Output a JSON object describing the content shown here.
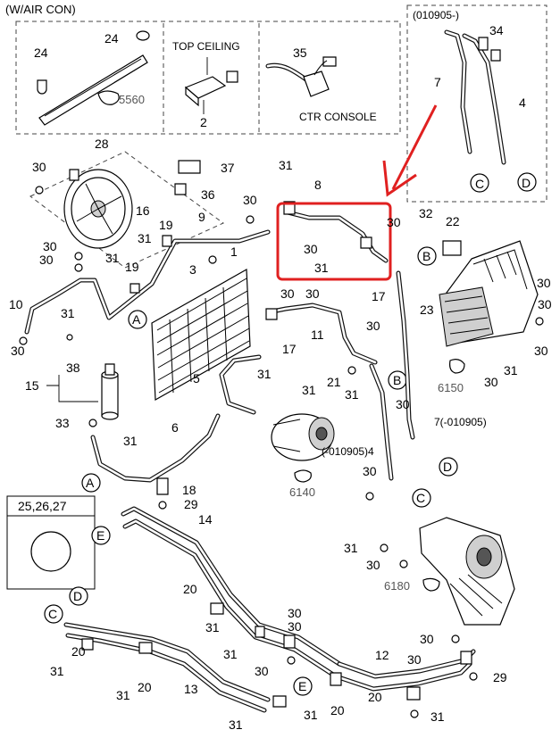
{
  "header": {
    "title": "(W/AIR CON)"
  },
  "inset_top": {
    "variant_label": "(010905-)",
    "labels": [
      "34",
      "7",
      "4",
      "C",
      "D"
    ]
  },
  "boxes": {
    "top_ceiling": "TOP CEILING",
    "ctr_console": "CTR CONSOLE",
    "ref_5560": "5560"
  },
  "references": {
    "ref_6150": "6150",
    "ref_6140": "6140",
    "ref_6180": "6180"
  },
  "variants": {
    "v7": "7(-010905)",
    "v4": "(-010905)4"
  },
  "legend_box": {
    "title": "25,26,27"
  },
  "connectors": [
    "A",
    "B",
    "C",
    "D",
    "E"
  ],
  "numbers": {
    "n1": "1",
    "n2": "2",
    "n3": "3",
    "n4": "4",
    "n5": "5",
    "n6": "6",
    "n7": "7",
    "n8": "8",
    "n9": "9",
    "n10": "10",
    "n11": "11",
    "n12": "12",
    "n13": "13",
    "n14": "14",
    "n15": "15",
    "n16": "16",
    "n17": "17",
    "n18": "18",
    "n19": "19",
    "n20": "20",
    "n21": "21",
    "n22": "22",
    "n23": "23",
    "n24": "24",
    "n28": "28",
    "n29": "29",
    "n30": "30",
    "n31": "31",
    "n32": "32",
    "n33": "33",
    "n35": "35",
    "n36": "36",
    "n37": "37",
    "n38": "38"
  },
  "highlight": {
    "color": "#e02020",
    "target_part": "8"
  },
  "icons": [
    "ring-seal-icon",
    "fan-motor-icon",
    "compressor-icon",
    "condenser-icon",
    "receiver-drier-icon",
    "hvac-unit-icon",
    "blower-unit-icon",
    "red-arrow-icon"
  ]
}
